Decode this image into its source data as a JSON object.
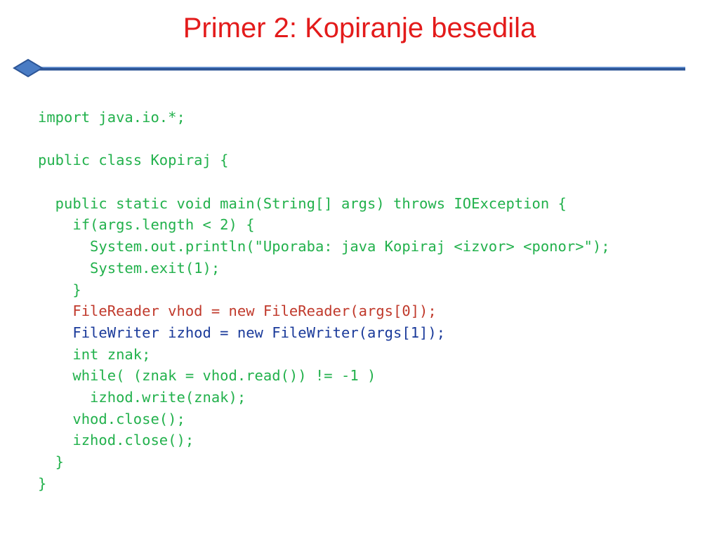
{
  "slide": {
    "title": "Primer 2: Kopiranje besedila",
    "colors": {
      "title": "#e31b1b",
      "divider_line": "#3f6fb5",
      "divider_diamond": "#4a7cc4",
      "code_default": "#22b14c",
      "code_reader": "#c0392b",
      "code_writer": "#1a3a9a"
    }
  },
  "code": {
    "lines": [
      {
        "text": "import java.io.*;",
        "color": "green"
      },
      {
        "text": "",
        "color": "green"
      },
      {
        "text": "public class Kopiraj {",
        "color": "green"
      },
      {
        "text": "",
        "color": "green"
      },
      {
        "text": "  public static void main(String[] args) throws IOException {",
        "color": "green"
      },
      {
        "text": "    if(args.length < 2) {",
        "color": "green"
      },
      {
        "text": "      System.out.println(\"Uporaba: java Kopiraj <izvor> <ponor>\");",
        "color": "green"
      },
      {
        "text": "      System.exit(1);",
        "color": "green"
      },
      {
        "text": "    }",
        "color": "green"
      },
      {
        "text": "    FileReader vhod = new FileReader(args[0]);",
        "color": "red"
      },
      {
        "text": "    FileWriter izhod = new FileWriter(args[1]);",
        "color": "blue"
      },
      {
        "text": "    int znak;",
        "color": "green"
      },
      {
        "text": "    while( (znak = vhod.read()) != -1 )",
        "color": "green"
      },
      {
        "text": "      izhod.write(znak);",
        "color": "green"
      },
      {
        "text": "    vhod.close();",
        "color": "green"
      },
      {
        "text": "    izhod.close();",
        "color": "green"
      },
      {
        "text": "  }",
        "color": "green"
      },
      {
        "text": "}",
        "color": "green"
      }
    ]
  }
}
